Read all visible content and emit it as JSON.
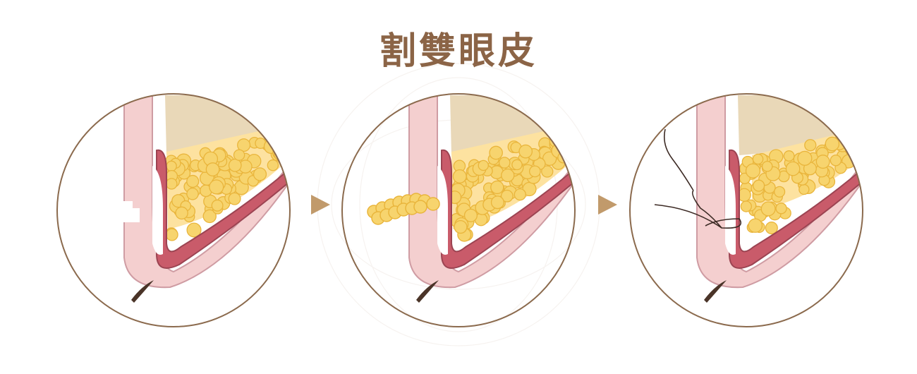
{
  "header": {
    "title": "割雙眼皮"
  },
  "colors": {
    "title": "#8b6446",
    "circle_border": "#8b6a4d",
    "arrow": "#c19a6b",
    "skin": "#f4cfcf",
    "skin_edge": "#cf9ca3",
    "muscle": "#c95b6a",
    "muscle_dark": "#9c4452",
    "bone": "#e9d8b8",
    "fat": "#f7d46e",
    "fat_dark": "#e9b53c",
    "lash": "#4a3428",
    "suture": "#3c2a24"
  },
  "steps": [
    {
      "name": "step-incision",
      "extracted_fat": false,
      "suture": false
    },
    {
      "name": "step-fat-removal",
      "extracted_fat": true,
      "suture": false
    },
    {
      "name": "step-suture",
      "extracted_fat": false,
      "suture": true
    }
  ]
}
